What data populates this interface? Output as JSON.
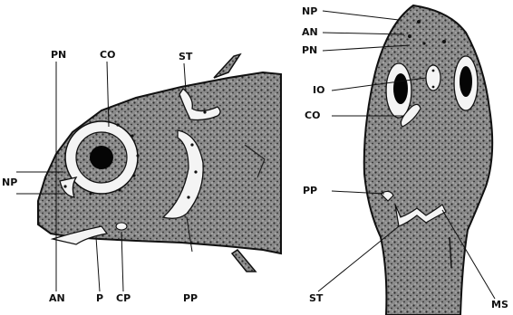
{
  "left_view": {
    "labels": {
      "pn": "PN",
      "co": "CO",
      "st": "ST",
      "np": "NP",
      "an": "AN",
      "p": "P",
      "cp": "CP",
      "pp": "PP"
    }
  },
  "right_view": {
    "labels": {
      "np": "NP",
      "an": "AN",
      "pn": "PN",
      "io": "IO",
      "co": "CO",
      "pp": "PP",
      "st": "ST",
      "ms": "MS"
    }
  },
  "colors": {
    "ink": "#111111",
    "stipple": "#3a3a3a",
    "canal": "#f4f4f4",
    "background": "#ffffff"
  }
}
